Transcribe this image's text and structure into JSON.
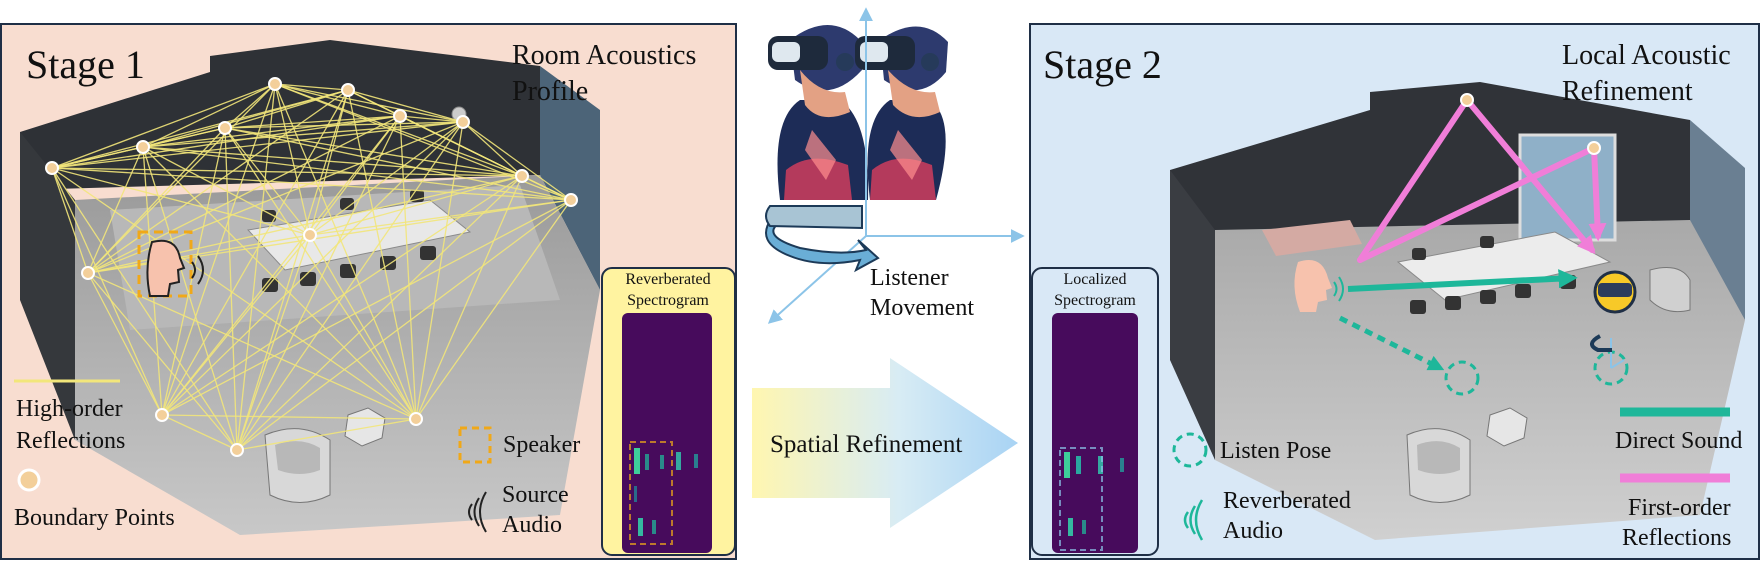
{
  "stage1": {
    "title": "Stage 1",
    "subtitle_line1": "Room Acoustics",
    "subtitle_line2": "Profile",
    "spectrogram_line1": "Reverberated",
    "spectrogram_line2": "Spectrogram",
    "legend": {
      "high_order_line1": "High-order",
      "high_order_line2": "Reflections",
      "boundary_points": "Boundary Points",
      "speaker": "Speaker",
      "source_audio_line1": "Source",
      "source_audio_line2": "Audio"
    }
  },
  "middle": {
    "listener_line1": "Listener",
    "listener_line2": "Movement",
    "spatial_refinement": "Spatial Refinement"
  },
  "stage2": {
    "title": "Stage 2",
    "subtitle_line1": "Local Acoustic",
    "subtitle_line2": "Refinement",
    "spectrogram_line1": "Localized",
    "spectrogram_line2": "Spectrogram",
    "legend": {
      "listen_pose": "Listen Pose",
      "reverberated_audio_line1": "Reverberated",
      "reverberated_audio_line2": "Audio",
      "direct_sound": "Direct Sound",
      "first_order_line1": "First-order",
      "first_order_line2": "Reflections"
    }
  },
  "colors": {
    "stage1_bg": "#f8ddd0",
    "stage2_bg": "#d9e8f6",
    "high_order": "#f2e67a",
    "boundary_point": "#f3cf9a",
    "speaker_box": "#f0a818",
    "direct_sound": "#1eb79a",
    "first_order": "#f07ed8",
    "spectrogram_bg": "#470b5c",
    "spectrogram_frame1": "#fff3a0"
  }
}
